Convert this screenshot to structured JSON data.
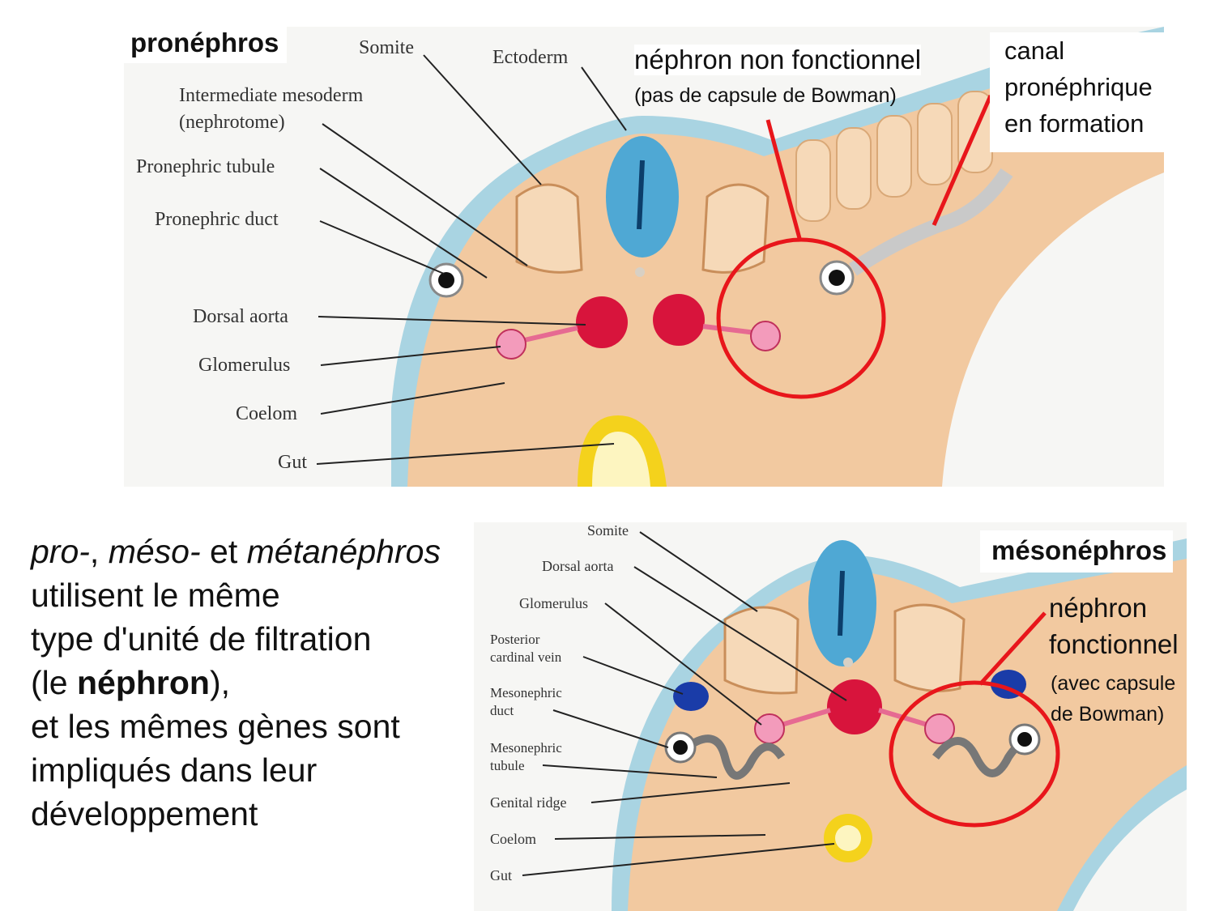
{
  "top": {
    "tag": "pronéphros",
    "labels": [
      "Somite",
      "Ectoderm",
      "Intermediate mesoderm",
      "(nephrotome)",
      "Pronephric tubule",
      "Pronephric duct",
      "Dorsal aorta",
      "Glomerulus",
      "Coelom",
      "Gut"
    ],
    "annotation_nephron_title": "néphron non fonctionnel",
    "annotation_nephron_sub": "(pas de capsule de Bowman)",
    "annotation_canal": [
      "canal",
      "pronéphrique",
      "en formation"
    ]
  },
  "bottom": {
    "tag": "mésonéphros",
    "labels": [
      "Somite",
      "Dorsal aorta",
      "Glomerulus",
      "Posterior",
      "cardinal vein",
      "Mesonephric",
      "duct",
      "Mesonephric",
      "tubule",
      "Genital ridge",
      "Coelom",
      "Gut"
    ],
    "annotation_nephron": [
      "néphron",
      "fonctionnel"
    ],
    "annotation_capsule": [
      "(avec capsule",
      "de Bowman)"
    ]
  },
  "text": {
    "italic_pro": "pro-",
    "sep1": ", ",
    "italic_meso": "méso-",
    "et": " et ",
    "italic_meta": "métanéphros",
    "line2": "utilisent le même",
    "line3": "type d'unité de filtration",
    "line4_open": "(le ",
    "line4_bold": "néphron",
    "line4_close": "),",
    "line5": "et les mêmes gènes sont",
    "line6": "impliqués dans leur",
    "line7": "développement"
  },
  "colors": {
    "circle": "#e8161b",
    "tissue": "#f2c9a0",
    "ectoderm": "#a9d4e2",
    "aorta": "#d8143c",
    "vein": "#1a3ca8",
    "gut": "#f4d21c"
  }
}
